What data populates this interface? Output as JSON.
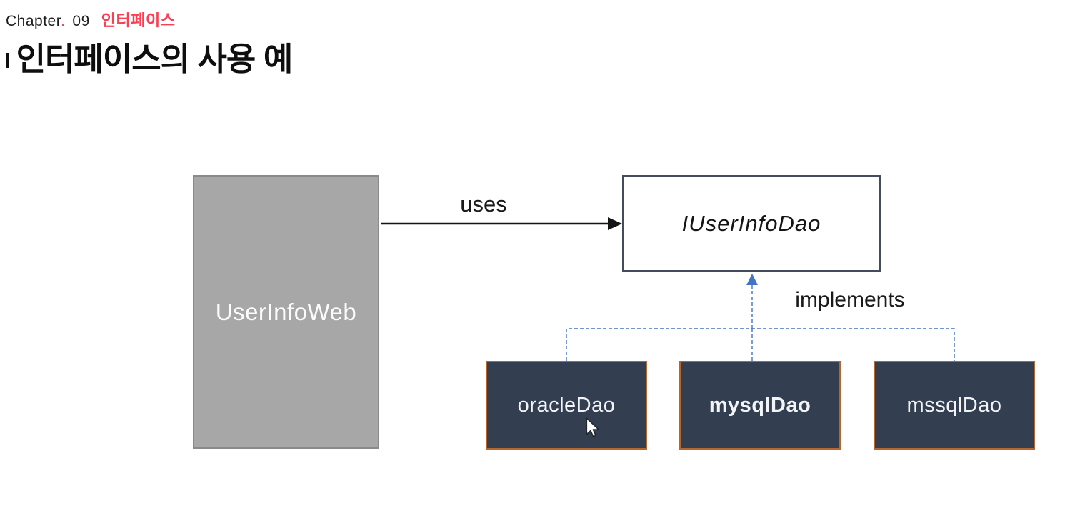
{
  "header": {
    "chapter_word": "Chapter",
    "chapter_period": ".",
    "chapter_number": "09",
    "chapter_topic": "인터페이스",
    "title_prefix": "I",
    "title": "인터페이스의 사용 예"
  },
  "diagram": {
    "uses_label": "uses",
    "implements_label": "implements",
    "client_box": {
      "label": "UserInfoWeb"
    },
    "interface_box": {
      "label": "IUserInfoDao"
    },
    "impl_boxes": [
      {
        "label": "oracleDao"
      },
      {
        "label": "mysqlDao"
      },
      {
        "label": "mssqlDao"
      }
    ],
    "colors": {
      "accent_pink": "#fa3e54",
      "client_fill": "#a7a7a7",
      "client_border": "#8a8a8a",
      "interface_border": "#424c5c",
      "impl_fill": "#333f50",
      "impl_border": "#b5652e",
      "connector_blue": "#4472c4",
      "arrow_black": "#141414"
    }
  },
  "cursor": {
    "icon": "arrow-pointer"
  }
}
